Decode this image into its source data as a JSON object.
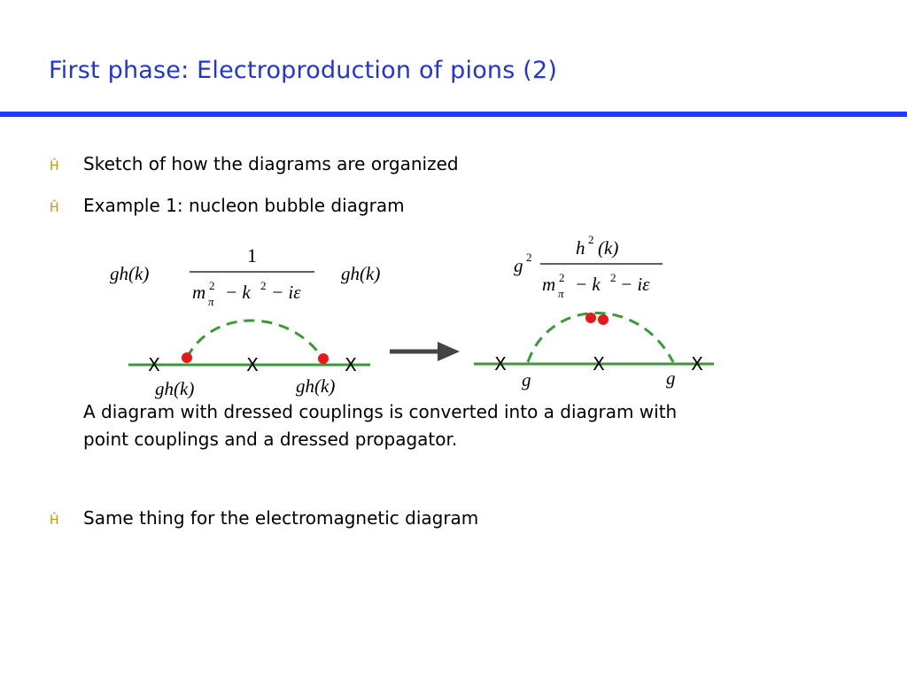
{
  "slide": {
    "title": "First phase: Electroproduction of pions (2)",
    "bullet_glyph": "Ĥ",
    "bullets": [
      "Sketch of how the diagrams are organized",
      "Example 1: nucleon bubble diagram",
      "Same thing for the electromagnetic diagram"
    ],
    "caption_lines": [
      "A diagram with dressed couplings is converted into a diagram with",
      "point couplings and a dressed propagator."
    ]
  },
  "figure": {
    "colors": {
      "line": "#3a9a3a",
      "dash": "#3a9a3a",
      "vertex_dot": "#e8191a",
      "arrow": "#444444"
    },
    "left": {
      "coupling_left": "gh(k)",
      "coupling_right": "gh(k)",
      "prop_numerator": "1",
      "prop_m": "m",
      "prop_pi": "π",
      "prop_sq": "2",
      "prop_rest": "− k",
      "prop_sq2": "2",
      "prop_tail": "− iε",
      "vertex_label_left": "gh(k)",
      "vertex_label_right": "gh(k)",
      "x_mark": "X"
    },
    "right": {
      "g": "g",
      "g_sq": "2",
      "num_h": "h",
      "num_sq": "2",
      "num_k": "(k)",
      "prop_m": "m",
      "prop_pi": "π",
      "prop_sq": "2",
      "prop_rest": "− k",
      "prop_sq2": "2",
      "prop_tail": "− iε",
      "vertex_label_left": "g",
      "vertex_label_right": "g",
      "x_mark": "X"
    }
  }
}
